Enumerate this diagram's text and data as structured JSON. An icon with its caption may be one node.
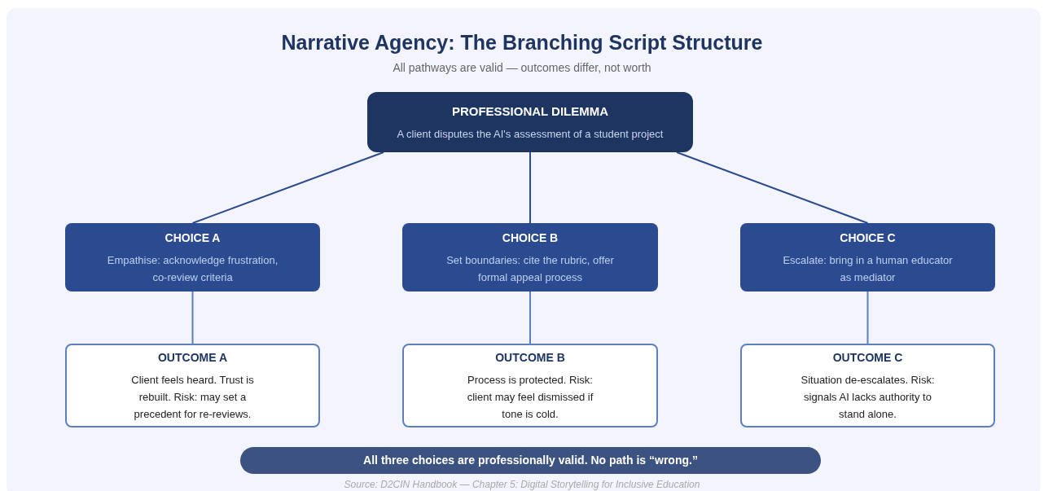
{
  "diagram": {
    "title": "Narrative Agency: The Branching Script Structure",
    "caption": "All pathways are valid — outcomes differ, not worth",
    "nodes": [
      {
        "text": [
          "PROFESSIONAL DILEMMA",
          "A client disputes the AI's assessment of a student project"
        ]
      },
      {
        "text": [
          "CHOICE A",
          "Empathise: acknowledge frustration, co-review criteria"
        ]
      },
      {
        "text": [
          "CHOICE B",
          "Set boundaries: cite the rubric, offer formal appeal process"
        ]
      },
      {
        "text": [
          "CHOICE C",
          "Escalate: bring in a human educator as mediator"
        ]
      },
      {
        "text": [
          "OUTCOME A",
          "Client feels heard. Trust is rebuilt. Risk: may set a precedent for re-reviews."
        ]
      },
      {
        "text": [
          "OUTCOME B",
          "Process is protected. Risk: client may feel dismissed if tone is cold."
        ]
      },
      {
        "text": [
          "OUTCOME C",
          "Situation de-escalates. Risk: signals AI lacks authority to stand alone."
        ]
      },
      {
        "text": [
          "All three choices are professionally valid. No path is “wrong.”"
        ]
      }
    ],
    "edges": [
      {
        "from": 0,
        "to": 1,
        "arrow": "none"
      },
      {
        "from": 0,
        "to": 2,
        "arrow": "none"
      },
      {
        "from": 0,
        "to": 3,
        "arrow": "none"
      },
      {
        "from": 1,
        "to": 4,
        "arrow": "none",
        "color": "#5b7fc4"
      },
      {
        "from": 2,
        "to": 5,
        "arrow": "none",
        "color": "#5b7fc4"
      },
      {
        "from": 3,
        "to": 6,
        "arrow": "none",
        "color": "#5b7fc4"
      }
    ],
    "labels": [
      "Source: D2CIN Handbook — Chapter 5: Digital Storytelling for Inclusive Education"
    ]
  }
}
